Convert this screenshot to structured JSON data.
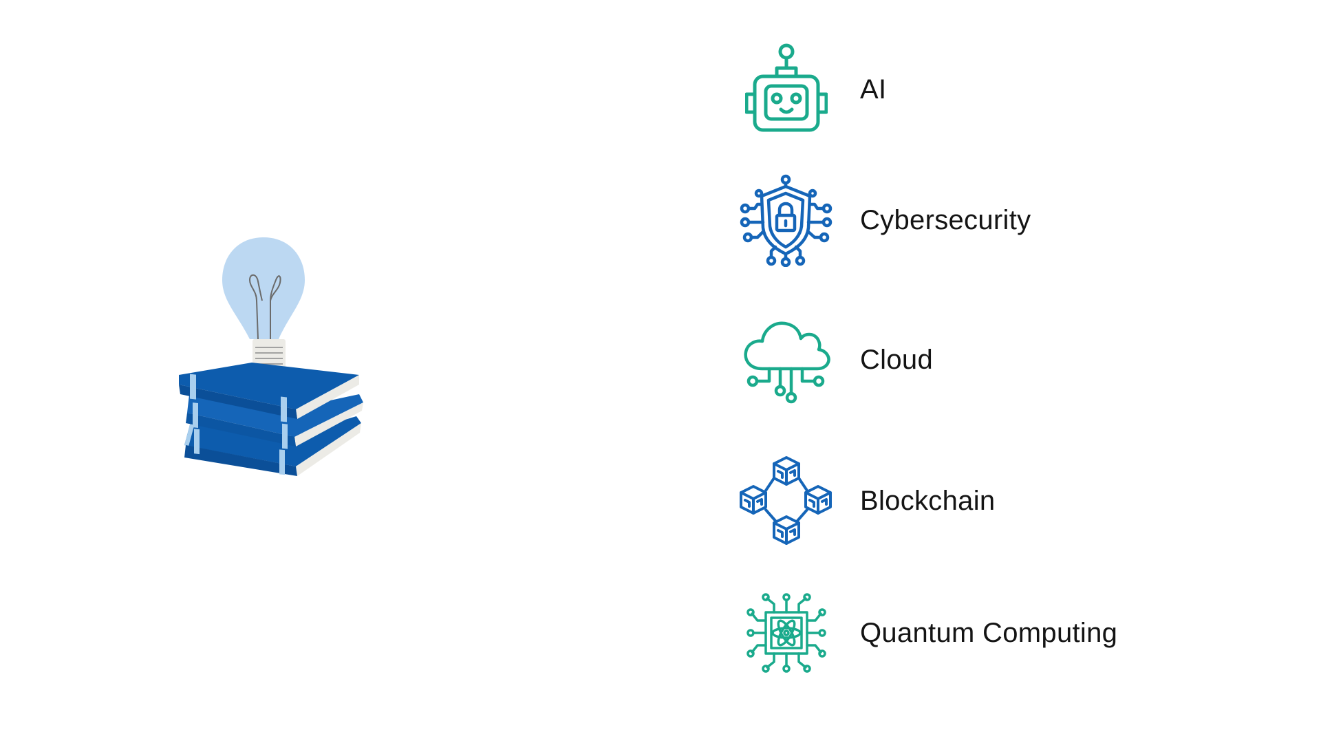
{
  "illustration": {
    "icon": "lightbulb-on-books-icon",
    "bulb_color": "#bcd8f2",
    "book_color": "#0d5cad",
    "book_accent": "#a9cfee"
  },
  "topics": [
    {
      "label": "AI",
      "icon": "robot-icon",
      "color": "#1aaa8c"
    },
    {
      "label": "Cybersecurity",
      "icon": "shield-lock-circuit-icon",
      "color": "#1565b8"
    },
    {
      "label": "Cloud",
      "icon": "cloud-network-icon",
      "color": "#1aaa8c"
    },
    {
      "label": "Blockchain",
      "icon": "blockchain-cubes-icon",
      "color": "#1565b8"
    },
    {
      "label": "Quantum Computing",
      "icon": "quantum-chip-icon",
      "color": "#1aaa8c"
    }
  ]
}
